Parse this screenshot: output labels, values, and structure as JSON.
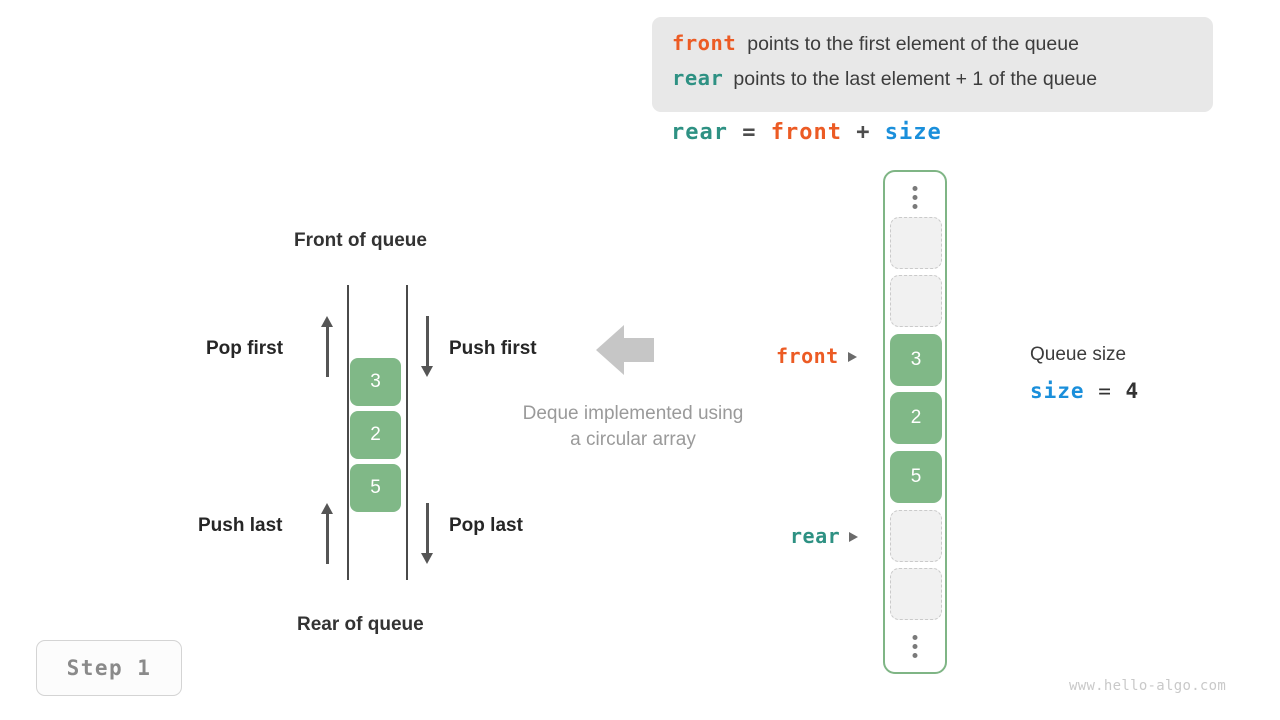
{
  "legend": {
    "lines": [
      {
        "keyword": "front",
        "text": "points to the first element of the queue",
        "color": "#ec5b24"
      },
      {
        "keyword": "rear",
        "text": "points to the last element + 1 of the queue",
        "color": "#2e9183"
      }
    ]
  },
  "equation": {
    "lhs": "rear",
    "eq": "=",
    "rhs1": "front",
    "plus": "+",
    "rhs2": "size"
  },
  "deque": {
    "top_label": "Front of queue",
    "bottom_label": "Rear of queue",
    "cells": [
      "3",
      "2",
      "5"
    ],
    "operations": [
      {
        "name": "pop-first",
        "label": "Pop first",
        "direction": "up"
      },
      {
        "name": "push-first",
        "label": "Push first",
        "direction": "down"
      },
      {
        "name": "push-last",
        "label": "Push last",
        "direction": "up"
      },
      {
        "name": "pop-last",
        "label": "Pop last",
        "direction": "down"
      }
    ],
    "caption_line1": "Deque implemented using",
    "caption_line2": "a circular array"
  },
  "array": {
    "slots": [
      {
        "value": "",
        "state": "empty"
      },
      {
        "value": "",
        "state": "empty"
      },
      {
        "value": "3",
        "state": "filled"
      },
      {
        "value": "2",
        "state": "filled"
      },
      {
        "value": "5",
        "state": "filled"
      },
      {
        "value": "",
        "state": "empty"
      },
      {
        "value": "",
        "state": "empty"
      }
    ],
    "pointers": [
      {
        "name": "front",
        "label": "front",
        "color": "#ec5b24",
        "slot_index": 2
      },
      {
        "name": "rear",
        "label": "rear",
        "color": "#2e9183",
        "slot_index": 5
      }
    ],
    "border_color": "#7fb585",
    "filled_color": "#80b887"
  },
  "queue_size": {
    "title": "Queue size",
    "var": "size",
    "eq": "=",
    "value": "4"
  },
  "step_badge": {
    "label": "Step 1"
  },
  "watermark": {
    "text": "www.hello-algo.com"
  }
}
